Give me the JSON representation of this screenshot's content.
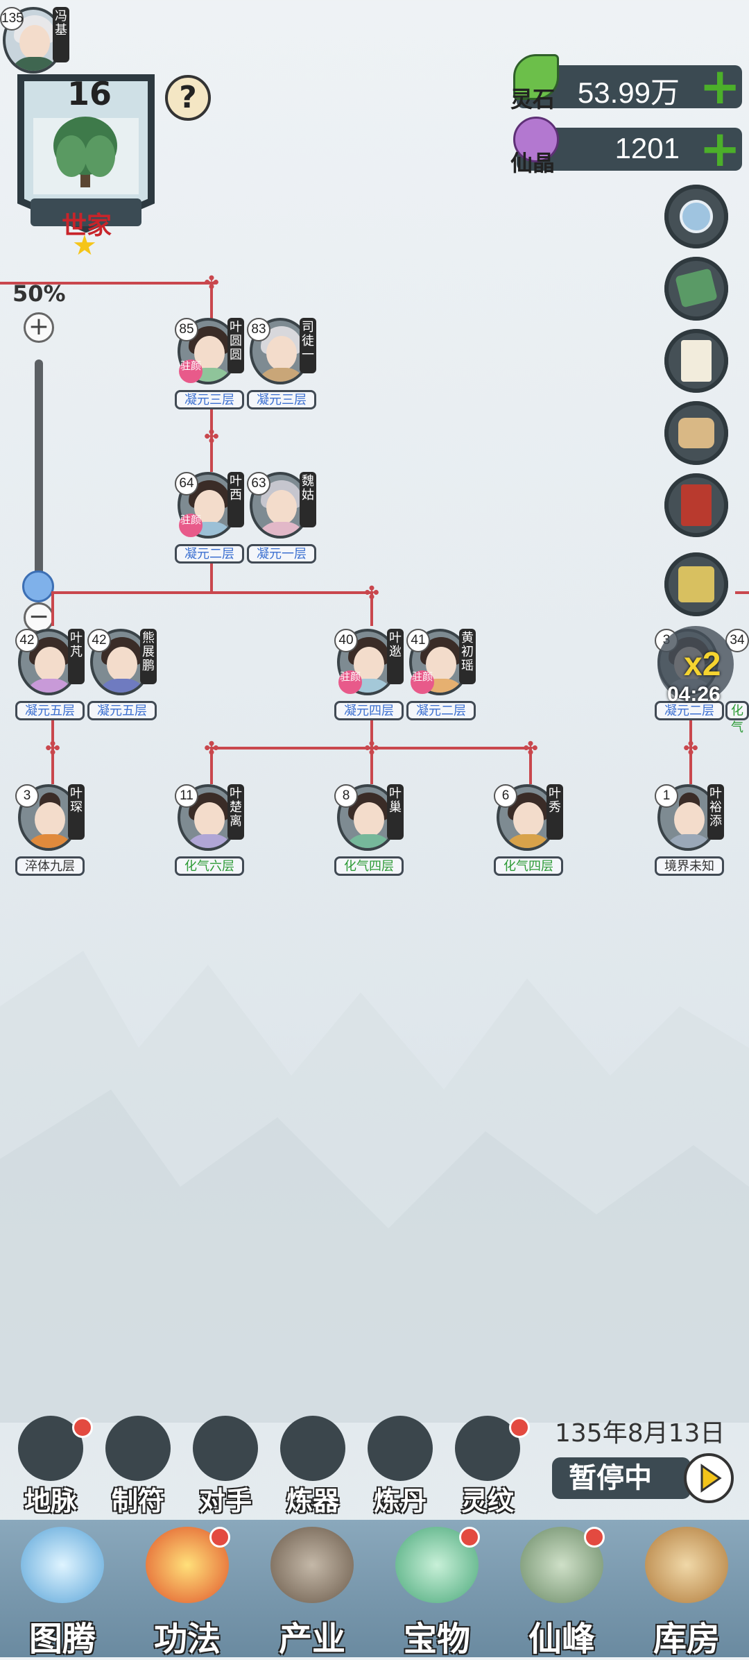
{
  "family": {
    "level": "16",
    "title": "世家",
    "help": "?",
    "top_member": {
      "age": "135",
      "name": "冯基"
    }
  },
  "currency": [
    {
      "label": "灵石",
      "value": "53.99万",
      "plus": "+"
    },
    {
      "label": "仙晶",
      "value": "1201",
      "plus": "+"
    }
  ],
  "side_icons": [
    "yin-yang-gear-icon",
    "scroll-map-icon",
    "letter-icon",
    "rolled-scroll-icon",
    "red-book-icon",
    "token-icon"
  ],
  "zoom": {
    "percent": "50%",
    "plus": "+",
    "minus": "−",
    "level": 0.05
  },
  "members": {
    "g1a": {
      "age": "85",
      "name": "叶圆圆",
      "rank": "凝元三层",
      "seal": "驻颜"
    },
    "g1b": {
      "age": "83",
      "name": "司徒一",
      "rank": "凝元三层"
    },
    "g2a": {
      "age": "64",
      "name": "叶西",
      "rank": "凝元二层",
      "seal": "驻颜"
    },
    "g2b": {
      "age": "63",
      "name": "魏姑",
      "rank": "凝元一层"
    },
    "g3a": {
      "age": "42",
      "name": "叶芃",
      "rank": "凝元五层"
    },
    "g3b": {
      "age": "42",
      "name": "熊展鹏",
      "rank": "凝元五层"
    },
    "g3c": {
      "age": "40",
      "name": "叶逖",
      "rank": "凝元四层",
      "seal": "驻颜"
    },
    "g3d": {
      "age": "41",
      "name": "黄初瑶",
      "rank": "凝元二层",
      "seal": "驻颜"
    },
    "g3e": {
      "age": "3",
      "rank": "凝元二层"
    },
    "g3f": {
      "age": "34",
      "rank": "化气"
    },
    "g4a": {
      "age": "3",
      "name": "叶琛",
      "rank": "淬体九层"
    },
    "g4b": {
      "age": "11",
      "name": "叶楚离",
      "rank": "化气六层"
    },
    "g4c": {
      "age": "8",
      "name": "叶巢",
      "rank": "化气四层"
    },
    "g4d": {
      "age": "6",
      "name": "叶秀",
      "rank": "化气四层"
    },
    "g4e": {
      "age": "1",
      "name": "叶裕添",
      "rank": "境界未知"
    }
  },
  "speed": {
    "multiplier": "x2",
    "timer": "04:26"
  },
  "tools": [
    {
      "label": "地脉",
      "dot": true
    },
    {
      "label": "制符",
      "dot": false
    },
    {
      "label": "对手",
      "dot": false
    },
    {
      "label": "炼器",
      "dot": false
    },
    {
      "label": "炼丹",
      "dot": false
    },
    {
      "label": "灵纹",
      "dot": true
    }
  ],
  "date": "135年8月13日",
  "pause_label": "暂停中",
  "nav": [
    {
      "label": "图腾",
      "dot": false
    },
    {
      "label": "功法",
      "dot": true
    },
    {
      "label": "产业",
      "dot": false
    },
    {
      "label": "宝物",
      "dot": true
    },
    {
      "label": "仙峰",
      "dot": true
    },
    {
      "label": "库房",
      "dot": false
    }
  ],
  "colors": {
    "line": "#c9474d",
    "rank_blue": "#3b6fd0",
    "rank_green": "#2c9a35",
    "rank_dark": "#333333",
    "plus": "#4caf2a"
  }
}
